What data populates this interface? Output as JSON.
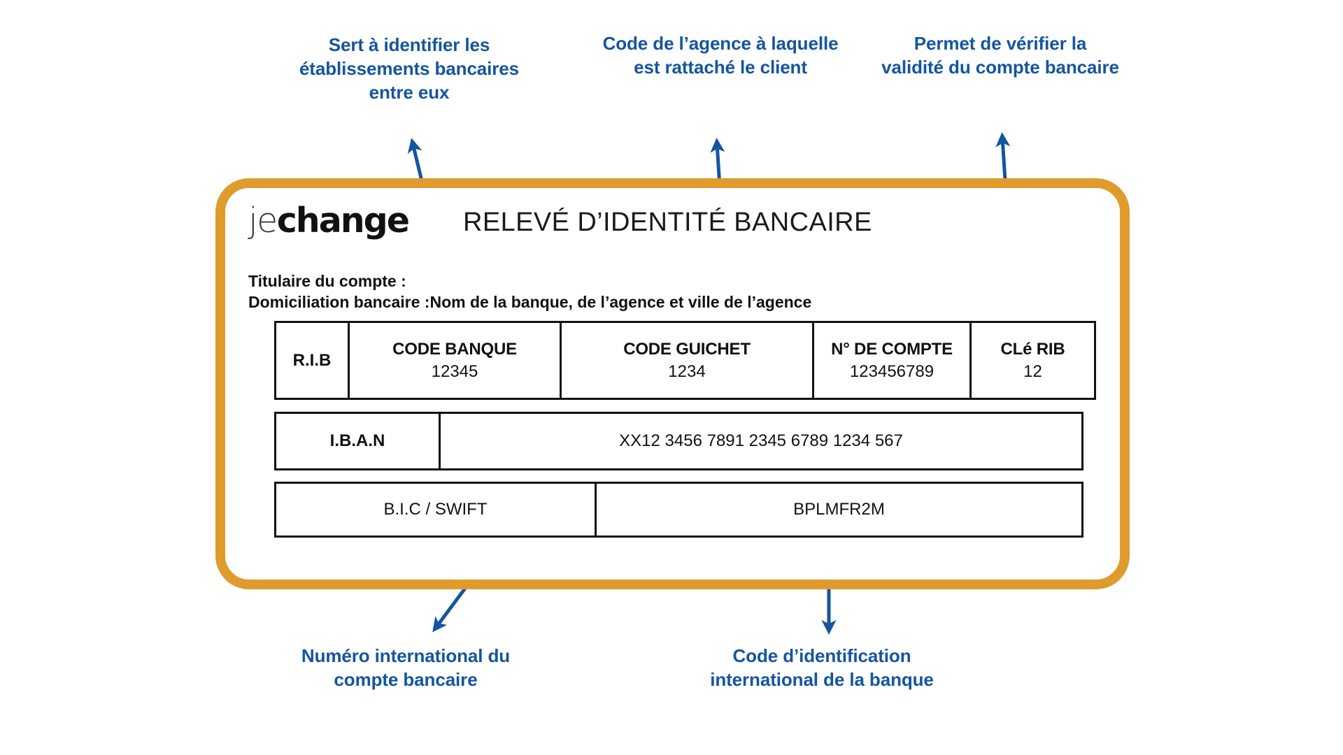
{
  "theme": {
    "card_border_color": "#e09b2d",
    "annotation_color": "#14559f",
    "table_border_color": "#111111",
    "background": "#ffffff"
  },
  "card": {
    "logo": {
      "light": "je",
      "bold": "change"
    },
    "title": "RELEVÉ D’IDENTITÉ BANCAIRE",
    "holder": {
      "holder_label": "Titulaire du compte :",
      "domiciliation_label": "Domiciliation bancaire :",
      "domiciliation_value": "Nom de la banque, de l’agence et ville de l’agence"
    },
    "rib_table": {
      "row_label": "R.I.B",
      "columns": [
        {
          "header": "CODE BANQUE",
          "value": "12345"
        },
        {
          "header": "CODE GUICHET",
          "value": "1234"
        },
        {
          "header": "N° DE COMPTE",
          "value": "123456789"
        },
        {
          "header": "CLé RIB",
          "value": "12"
        }
      ]
    },
    "iban_row": {
      "label": "I.B.A.N",
      "value": "XX12 3456 7891 2345 6789 1234 567"
    },
    "bic_row": {
      "label": "B.I.C / SWIFT",
      "value": "BPLMFR2M"
    }
  },
  "annotations": [
    {
      "id": "code-banque",
      "text": "Sert à identifier les établissements bancaires entre eux",
      "target": "CODE BANQUE"
    },
    {
      "id": "code-guichet",
      "text": "Code de l’agence à laquelle est rattaché le client",
      "target": "CODE GUICHET"
    },
    {
      "id": "cle-rib",
      "text": "Permet de vérifier la validité du compte bancaire",
      "target": "CLé RIB"
    },
    {
      "id": "iban",
      "text": "Numéro international du compte bancaire",
      "target": "I.B.A.N"
    },
    {
      "id": "bic",
      "text": "Code d’identification international de la banque",
      "target": "B.I.C / SWIFT"
    }
  ]
}
